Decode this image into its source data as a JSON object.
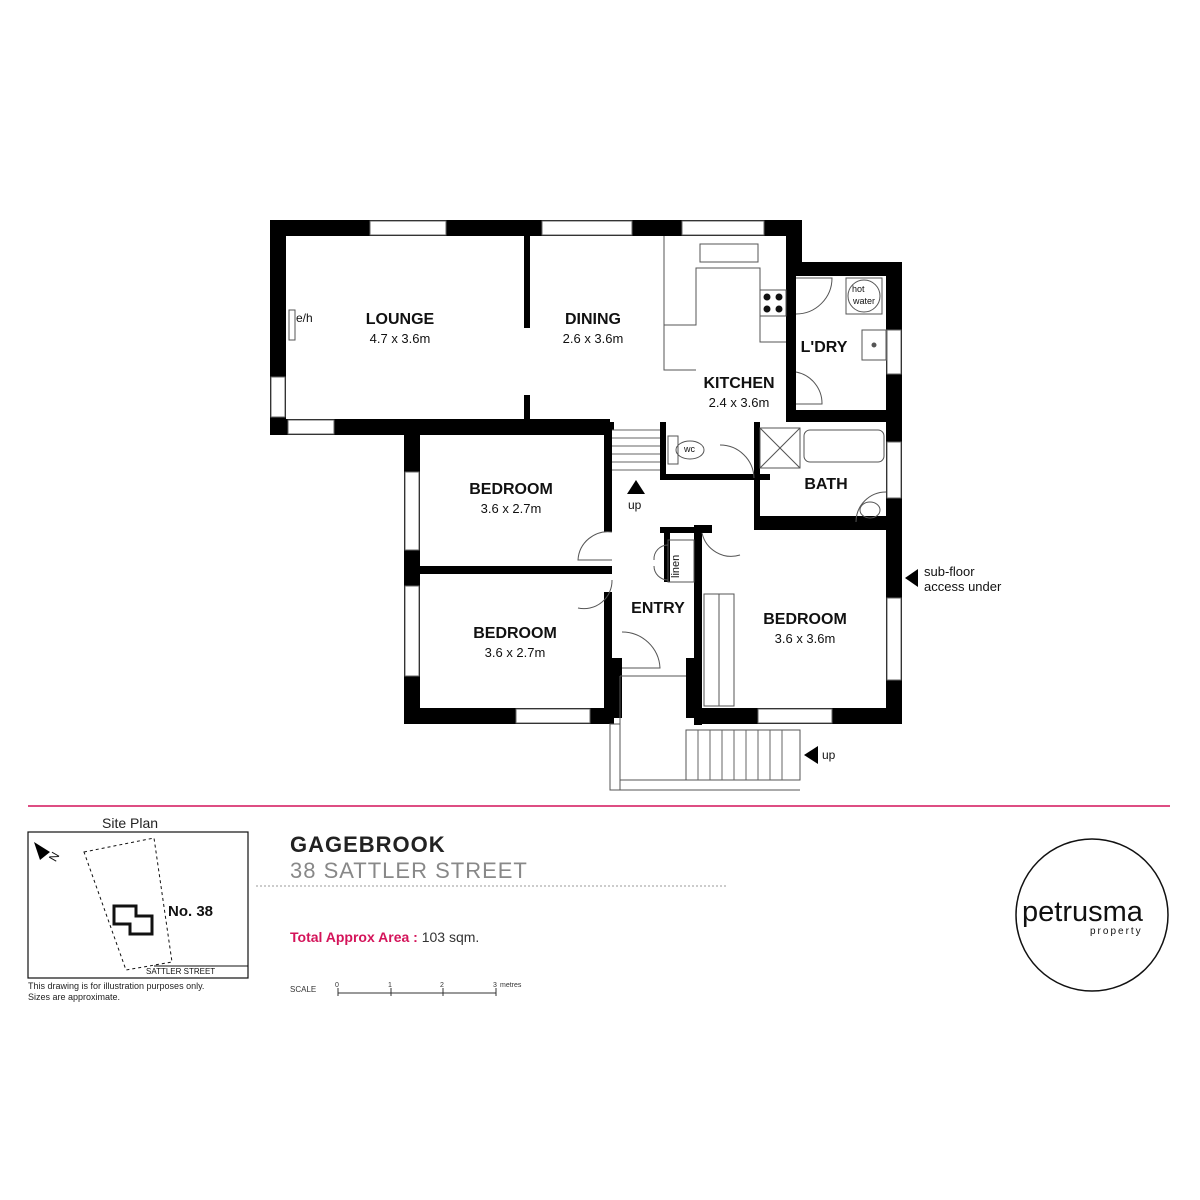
{
  "rooms": {
    "lounge": {
      "name": "LOUNGE",
      "dim": "4.7 x 3.6m"
    },
    "dining": {
      "name": "DINING",
      "dim": "2.6 x 3.6m"
    },
    "kitchen": {
      "name": "KITCHEN",
      "dim": "2.4 x 3.6m"
    },
    "laundry": {
      "name": "L'DRY"
    },
    "bath": {
      "name": "BATH"
    },
    "bedroom1": {
      "name": "BEDROOM",
      "dim": "3.6 x 2.7m"
    },
    "bedroom2": {
      "name": "BEDROOM",
      "dim": "3.6 x 2.7m"
    },
    "bedroom3": {
      "name": "BEDROOM",
      "dim": "3.6 x 3.6m"
    },
    "entry": {
      "name": "ENTRY"
    }
  },
  "fixtures": {
    "heater": "e/h",
    "hot_water_line1": "hot",
    "hot_water_line2": "water",
    "wc": "wc",
    "linen": "linen",
    "stairs_up_inner": "up",
    "stairs_up_front": "up"
  },
  "notes": {
    "subfloor_line1": "sub-floor",
    "subfloor_line2": "access under"
  },
  "site_plan": {
    "title": "Site Plan",
    "north": "N",
    "lot_label": "No. 38",
    "street_label": "SATTLER STREET",
    "disclaimer_line1": "This drawing is for illustration purposes only.",
    "disclaimer_line2": "Sizes are approximate."
  },
  "property": {
    "suburb": "GAGEBROOK",
    "address": "38 SATTLER STREET",
    "area_label": "Total Approx Area :",
    "area_value": " 103 sqm."
  },
  "scale": {
    "label": "SCALE",
    "ticks": [
      "0",
      "1",
      "2",
      "3"
    ],
    "unit": "metres"
  },
  "brand": {
    "name": "petrusma",
    "tagline": "property",
    "accent_color": "#d4145a"
  }
}
